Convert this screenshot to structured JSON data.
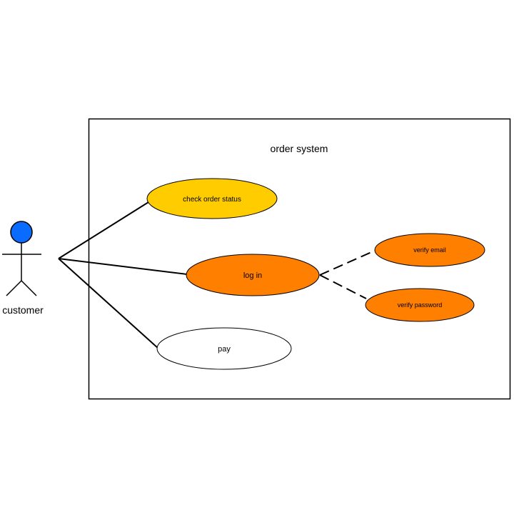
{
  "system": {
    "title": "order system"
  },
  "actor": {
    "name": "customer",
    "head_color": "#0a6cff"
  },
  "use_cases": {
    "check_order_status": {
      "label": "check order status",
      "color": "#ffcc00"
    },
    "log_in": {
      "label": "log in",
      "color": "#ff7f00"
    },
    "pay": {
      "label": "pay",
      "color": "#ffffff"
    },
    "verify_email": {
      "label": "verify email",
      "color": "#ff7f00"
    },
    "verify_password": {
      "label": "verify password",
      "color": "#ff7f00"
    }
  },
  "colors": {
    "stroke": "#000000",
    "background": "#ffffff"
  }
}
